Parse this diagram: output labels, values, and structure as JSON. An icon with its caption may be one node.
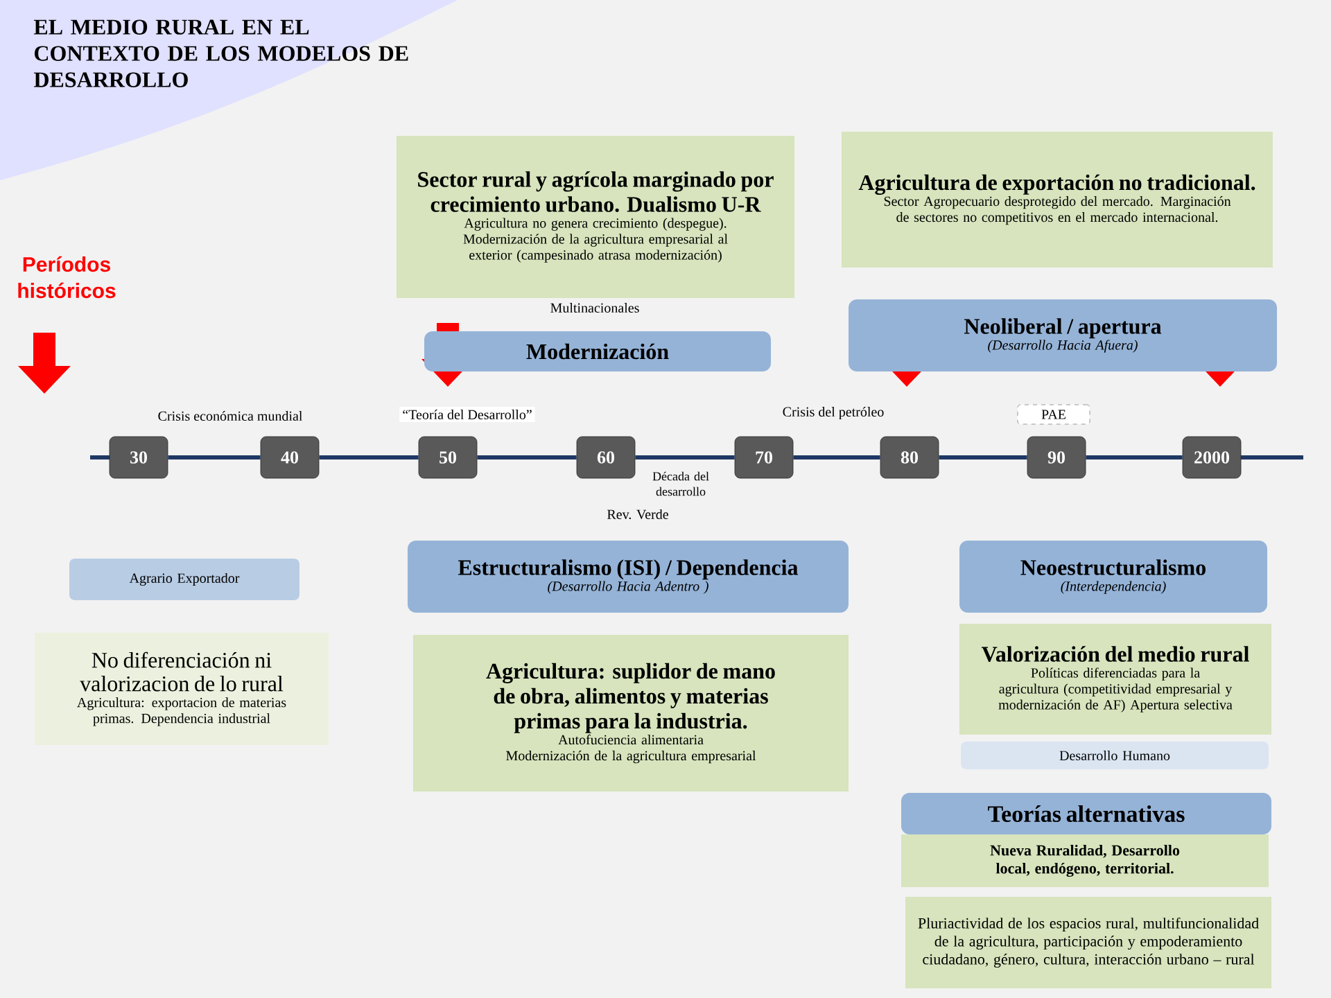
{
  "diagram": {
    "title": "EL MEDIO RURAL EN EL CONTEXTO DE LOS MODELOS DE DESARROLLO",
    "nodes": [
      {
        "text": [
          "Sector rural y agrícola marginado por crecimiento urbano. Dualismo U-R",
          "Agricultura no genera crecimiento (despegue). Modernización de la agricultura empresarial al exterior (campesinado atrasa modernización)"
        ]
      },
      {
        "text": [
          "Agricultura de exportación no tradicional.",
          "Sector Agropecuario desprotegido del mercado. Marginación de sectores no competitivos en el mercado internacional."
        ]
      },
      {
        "text": [
          "Modernización"
        ]
      },
      {
        "text": [
          "Neoliberal / apertura",
          "(Desarrollo Hacia Afuera)"
        ]
      },
      {
        "text": [
          "30"
        ]
      },
      {
        "text": [
          "40"
        ]
      },
      {
        "text": [
          "50"
        ]
      },
      {
        "text": [
          "60"
        ]
      },
      {
        "text": [
          "70"
        ]
      },
      {
        "text": [
          "80"
        ]
      },
      {
        "text": [
          "90"
        ]
      },
      {
        "text": [
          "2000"
        ]
      },
      {
        "text": [
          "Agrario Exportador"
        ]
      },
      {
        "text": [
          "No diferenciación ni valorizacion de lo rural",
          "Agricultura: exportacion de materias primas. Dependencia industrial"
        ]
      },
      {
        "text": [
          "Estructuralismo (ISI) / Dependencia",
          "(Desarrollo Hacia Adentro )"
        ]
      },
      {
        "text": [
          "Agricultura: suplidor de mano de obra, alimentos y materias primas para la industria.",
          "Autofuciencia alimentaria",
          "Modernización de la agricultura empresarial"
        ]
      },
      {
        "text": [
          "Neoestructuralismo",
          "(Interdependencia)"
        ]
      },
      {
        "text": [
          "Valorización del medio rural",
          "Políticas diferenciadas para la agricultura (competitividad empresarial y modernización de AF) Apertura selectiva"
        ]
      },
      {
        "text": [
          "Desarrollo Humano"
        ]
      },
      {
        "text": [
          "Teorías alternativas"
        ]
      },
      {
        "text": [
          "Nueva Ruralidad, Desarrollo local, endógeno, territorial."
        ]
      },
      {
        "text": [
          "Pluriactividad de los espacios rural, multifuncionalidad de la agricultura, participación y empoderamiento ciudadano, género, cultura, interacción urbano – rural"
        ]
      },
      {
        "text": [
          "PAE"
        ]
      }
    ],
    "edges": [
      {
        "from": 4,
        "to": 5,
        "arrow": "none"
      },
      {
        "from": 5,
        "to": 6,
        "arrow": "none"
      },
      {
        "from": 6,
        "to": 7,
        "arrow": "none"
      },
      {
        "from": 7,
        "to": 8,
        "arrow": "none"
      },
      {
        "from": 8,
        "to": 9,
        "arrow": "none"
      },
      {
        "from": 9,
        "to": 10,
        "arrow": "none"
      },
      {
        "from": 10,
        "to": 11,
        "arrow": "none"
      }
    ],
    "labels": [
      "Períodos históricos",
      "Multinacionales",
      "Crisis económica mundial",
      "“Teoría del Desarrollo”",
      "Crisis del petróleo",
      "Década del desarrollo",
      "Rev. Verde"
    ]
  }
}
